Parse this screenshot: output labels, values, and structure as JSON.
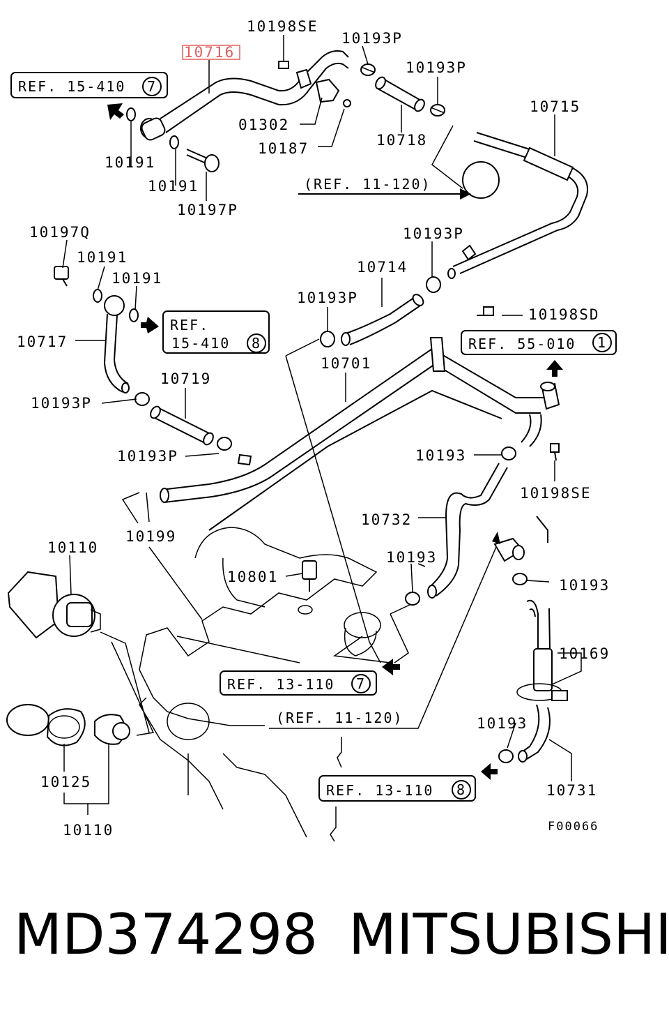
{
  "diagram": {
    "highlight_color": "#e06060",
    "labels": {
      "p10198SE_top": "10198SE",
      "p10716": "10716",
      "p10193P_a": "10193P",
      "p10193P_b": "10193P",
      "p10715": "10715",
      "p01302": "01302",
      "p10187": "10187",
      "p10718": "10718",
      "p10191_a": "10191",
      "p10191_b": "10191",
      "p10197P": "10197P",
      "p10197Q": "10197Q",
      "p10191_c": "10191",
      "p10191_d": "10191",
      "p10193P_c": "10193P",
      "p10714": "10714",
      "p10193P_d": "10193P",
      "p10198SD": "10198SD",
      "p10717": "10717",
      "p10701": "10701",
      "p10719": "10719",
      "p10193P_e": "10193P",
      "p10193P_f": "10193P",
      "p10193_a": "10193",
      "p10198SE_b": "10198SE",
      "p10199": "10199",
      "p10732": "10732",
      "p10110_top": "10110",
      "p10801": "10801",
      "p10193_b": "10193",
      "p10193_c": "10193",
      "p10169": "10169",
      "p10193_d": "10193",
      "p10125": "10125",
      "p10731": "10731",
      "p10110_bot": "10110",
      "code": "F00066"
    },
    "refs": {
      "ref_15_410_7": {
        "text": "REF. 15-410",
        "circle": "7"
      },
      "ref_11_120_top": "(REF. 11-120)",
      "ref_15_410_8_line1": "REF.",
      "ref_15_410_8_line2": "15-410",
      "ref_15_410_8_circle": "8",
      "ref_55_010_1": {
        "text": "REF. 55-010",
        "circle": "1"
      },
      "ref_13_110_7": {
        "text": "REF. 13-110",
        "circle": "7"
      },
      "ref_11_120_bot": "(REF. 11-120)",
      "ref_13_110_8": {
        "text": "REF. 13-110",
        "circle": "8"
      }
    }
  },
  "footer": {
    "part_number": "MD374298",
    "brand": "MITSUBISHI"
  }
}
